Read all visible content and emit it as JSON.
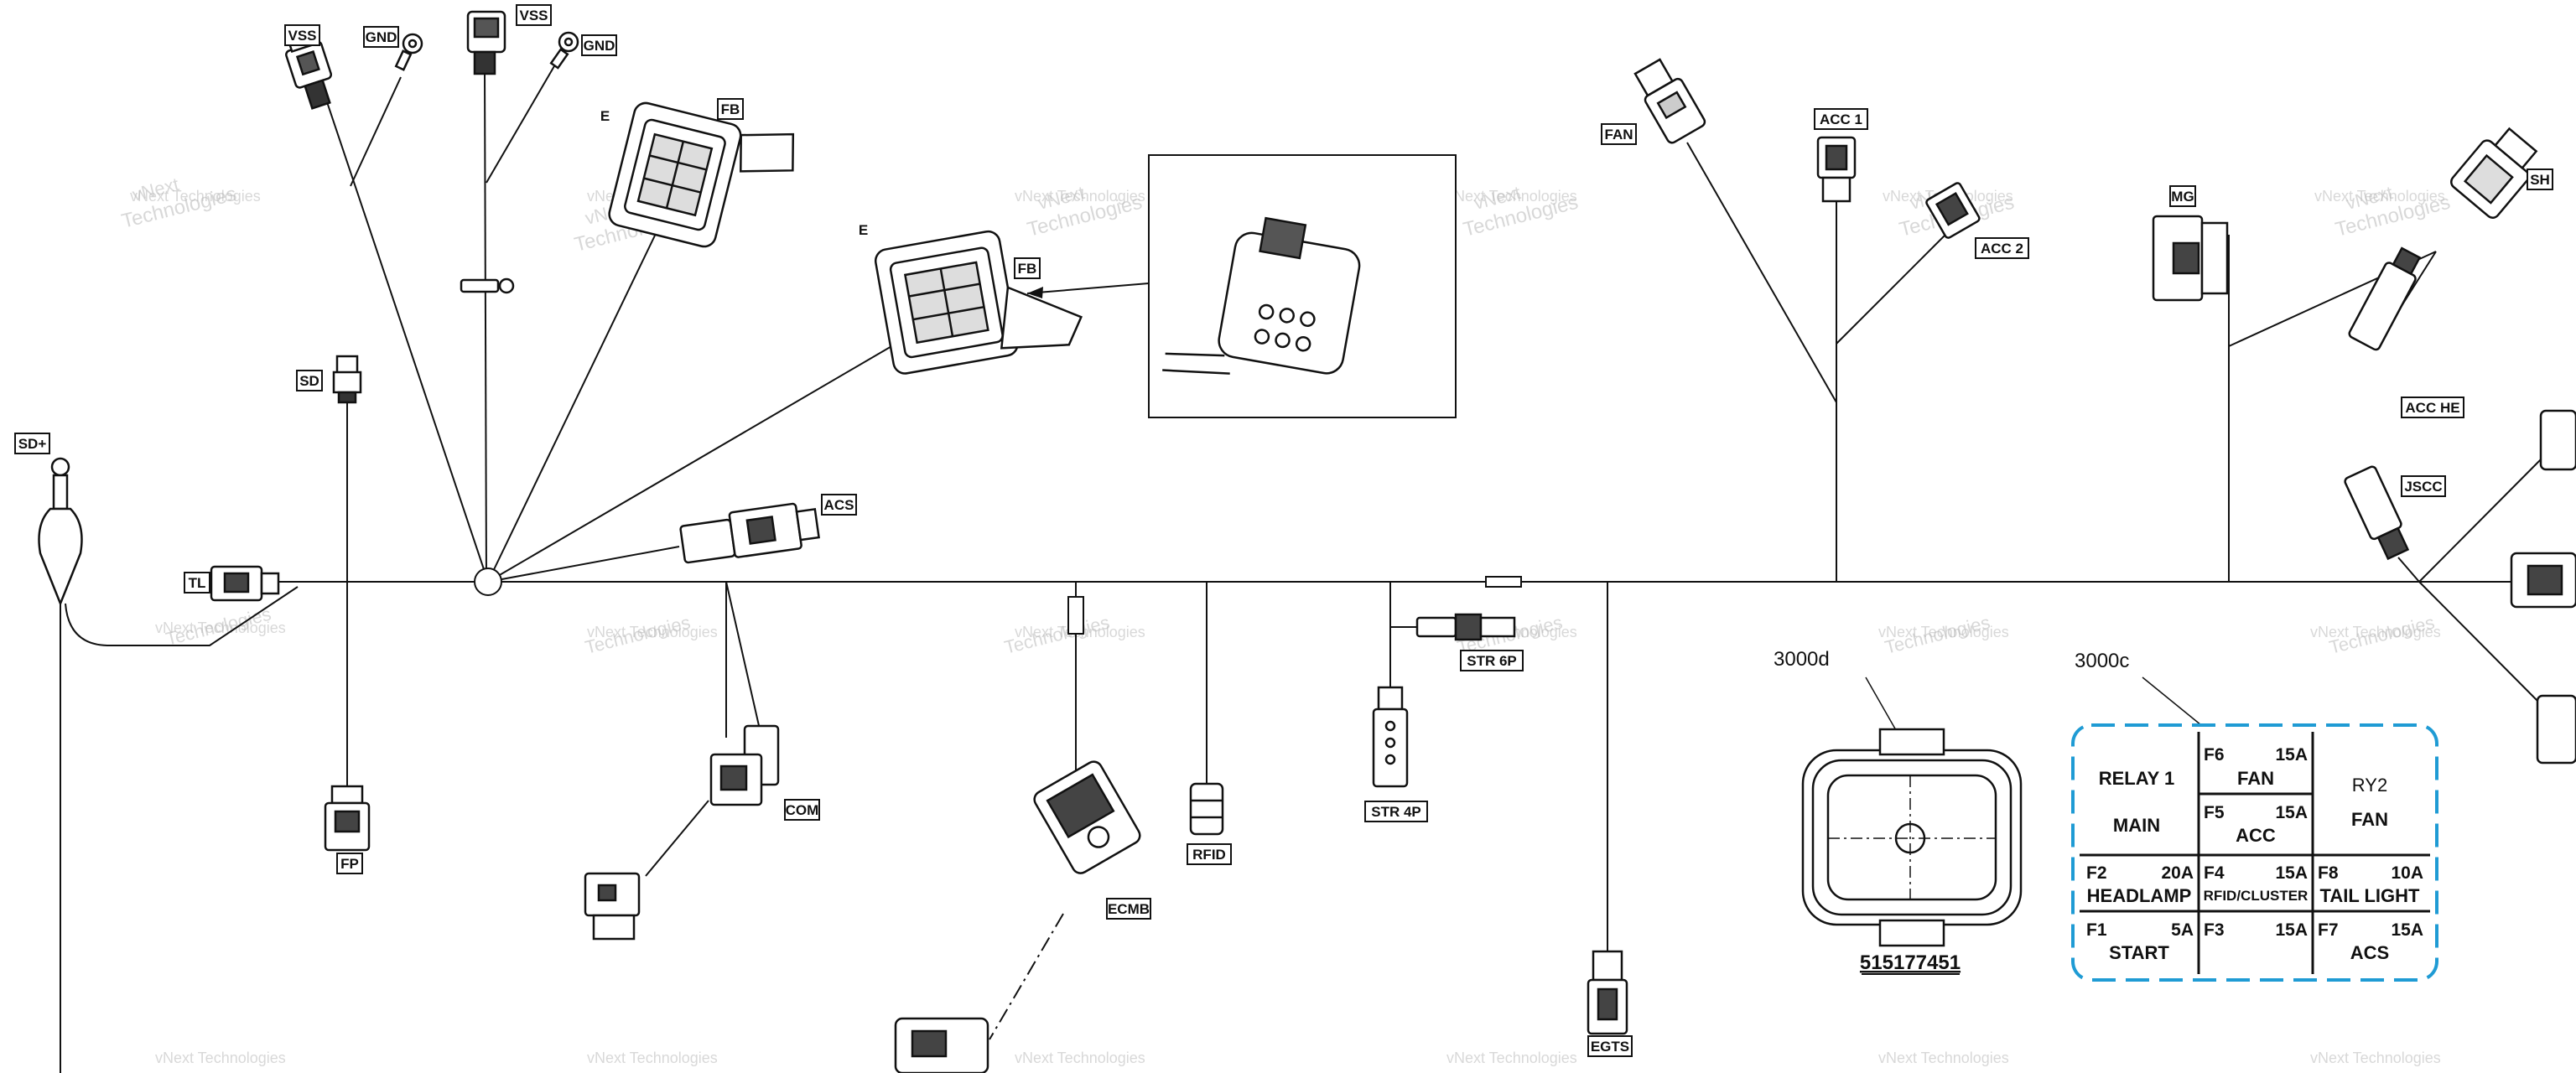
{
  "diagram": {
    "watermark": {
      "line1": "vNext Technologies",
      "line2": "vNext",
      "line3": "Technologies"
    },
    "labels": {
      "vss_1": "VSS",
      "gnd_1": "GND",
      "vss_2": "VSS",
      "gnd_2": "GND",
      "fb_1": "FB",
      "e_1": "E",
      "fb_2": "FB",
      "e_2": "E",
      "sd": "SD",
      "sd_plus": "SD+",
      "tl": "TL",
      "fp": "FP",
      "acs": "ACS",
      "com": "COM",
      "ecmb": "ECMB",
      "rfid": "RFID",
      "str6p": "STR 6P",
      "str4p": "STR 4P",
      "egts": "EGTS",
      "fan": "FAN",
      "acc1": "ACC 1",
      "acc2": "ACC 2",
      "mg": "MG",
      "sh": "SH",
      "acche": "ACC HE",
      "jscc": "JSCC"
    },
    "callouts": {
      "box_d": "3000d",
      "box_c": "3000c",
      "part_number": "515177451"
    },
    "fuse_box": {
      "border_color": "#1f9bd4",
      "rows": [
        {
          "cells": [
            {
              "name": "RELAY 1",
              "sub": "MAIN"
            },
            {
              "fuse": "F6",
              "amp": "15A",
              "name": "FAN",
              "fuse2": "F5",
              "amp2": "15A",
              "name2": "ACC"
            },
            {
              "name": "RY2",
              "sub": "FAN"
            }
          ]
        },
        {
          "cells": [
            {
              "fuse": "F2",
              "amp": "20A",
              "name": "HEADLAMP"
            },
            {
              "fuse": "F4",
              "amp": "15A",
              "name": "RFID/CLUSTER"
            },
            {
              "fuse": "F8",
              "amp": "10A",
              "name": "TAIL LIGHT"
            }
          ]
        },
        {
          "cells": [
            {
              "fuse": "F1",
              "amp": "5A",
              "name": "START"
            },
            {
              "fuse": "F3",
              "amp": "15A",
              "name": ""
            },
            {
              "fuse": "F7",
              "amp": "15A",
              "name": "ACS"
            }
          ]
        }
      ]
    }
  }
}
